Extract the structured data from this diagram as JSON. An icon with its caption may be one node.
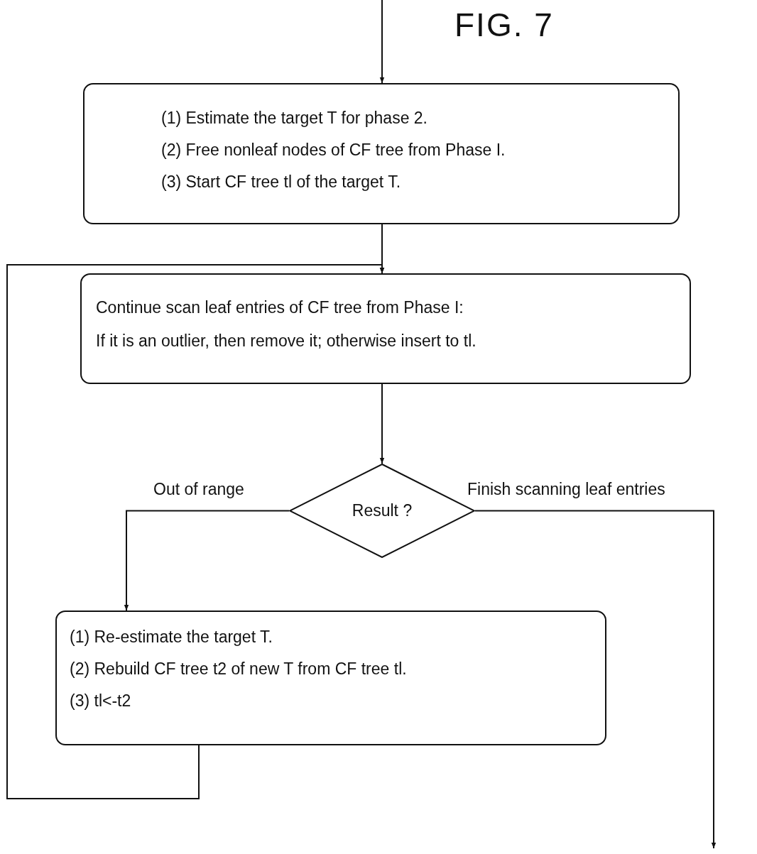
{
  "diagram": {
    "title": "FIG. 7",
    "nodes": [
      {
        "text": [
          "(1) Estimate the target T for phase 2.",
          "(2) Free nonleaf nodes of CF tree from Phase I.",
          "(3) Start CF tree tl of the target T."
        ]
      },
      {
        "text": [
          "Continue scan leaf entries of CF tree from Phase I:",
          "If it is an outlier, then remove it; otherwise insert to tl."
        ]
      },
      {
        "text": [
          "Result ?"
        ]
      },
      {
        "text": [
          "(1) Re-estimate the target T.",
          "(2) Rebuild CF tree t2 of new T from CF tree tl.",
          "(3) tl<-t2"
        ]
      }
    ],
    "edges": [
      {
        "from": null,
        "to": 0,
        "arrow": "to"
      },
      {
        "from": 0,
        "to": 1,
        "arrow": "to"
      },
      {
        "from": 3,
        "to": 1,
        "arrow": "to"
      },
      {
        "from": 1,
        "to": 2,
        "arrow": "to"
      },
      {
        "from": 2,
        "to": 3,
        "arrow": "to",
        "label": "Out of range"
      },
      {
        "from": 2,
        "to": null,
        "arrow": "to",
        "label": "Finish scanning leaf entries"
      }
    ]
  }
}
